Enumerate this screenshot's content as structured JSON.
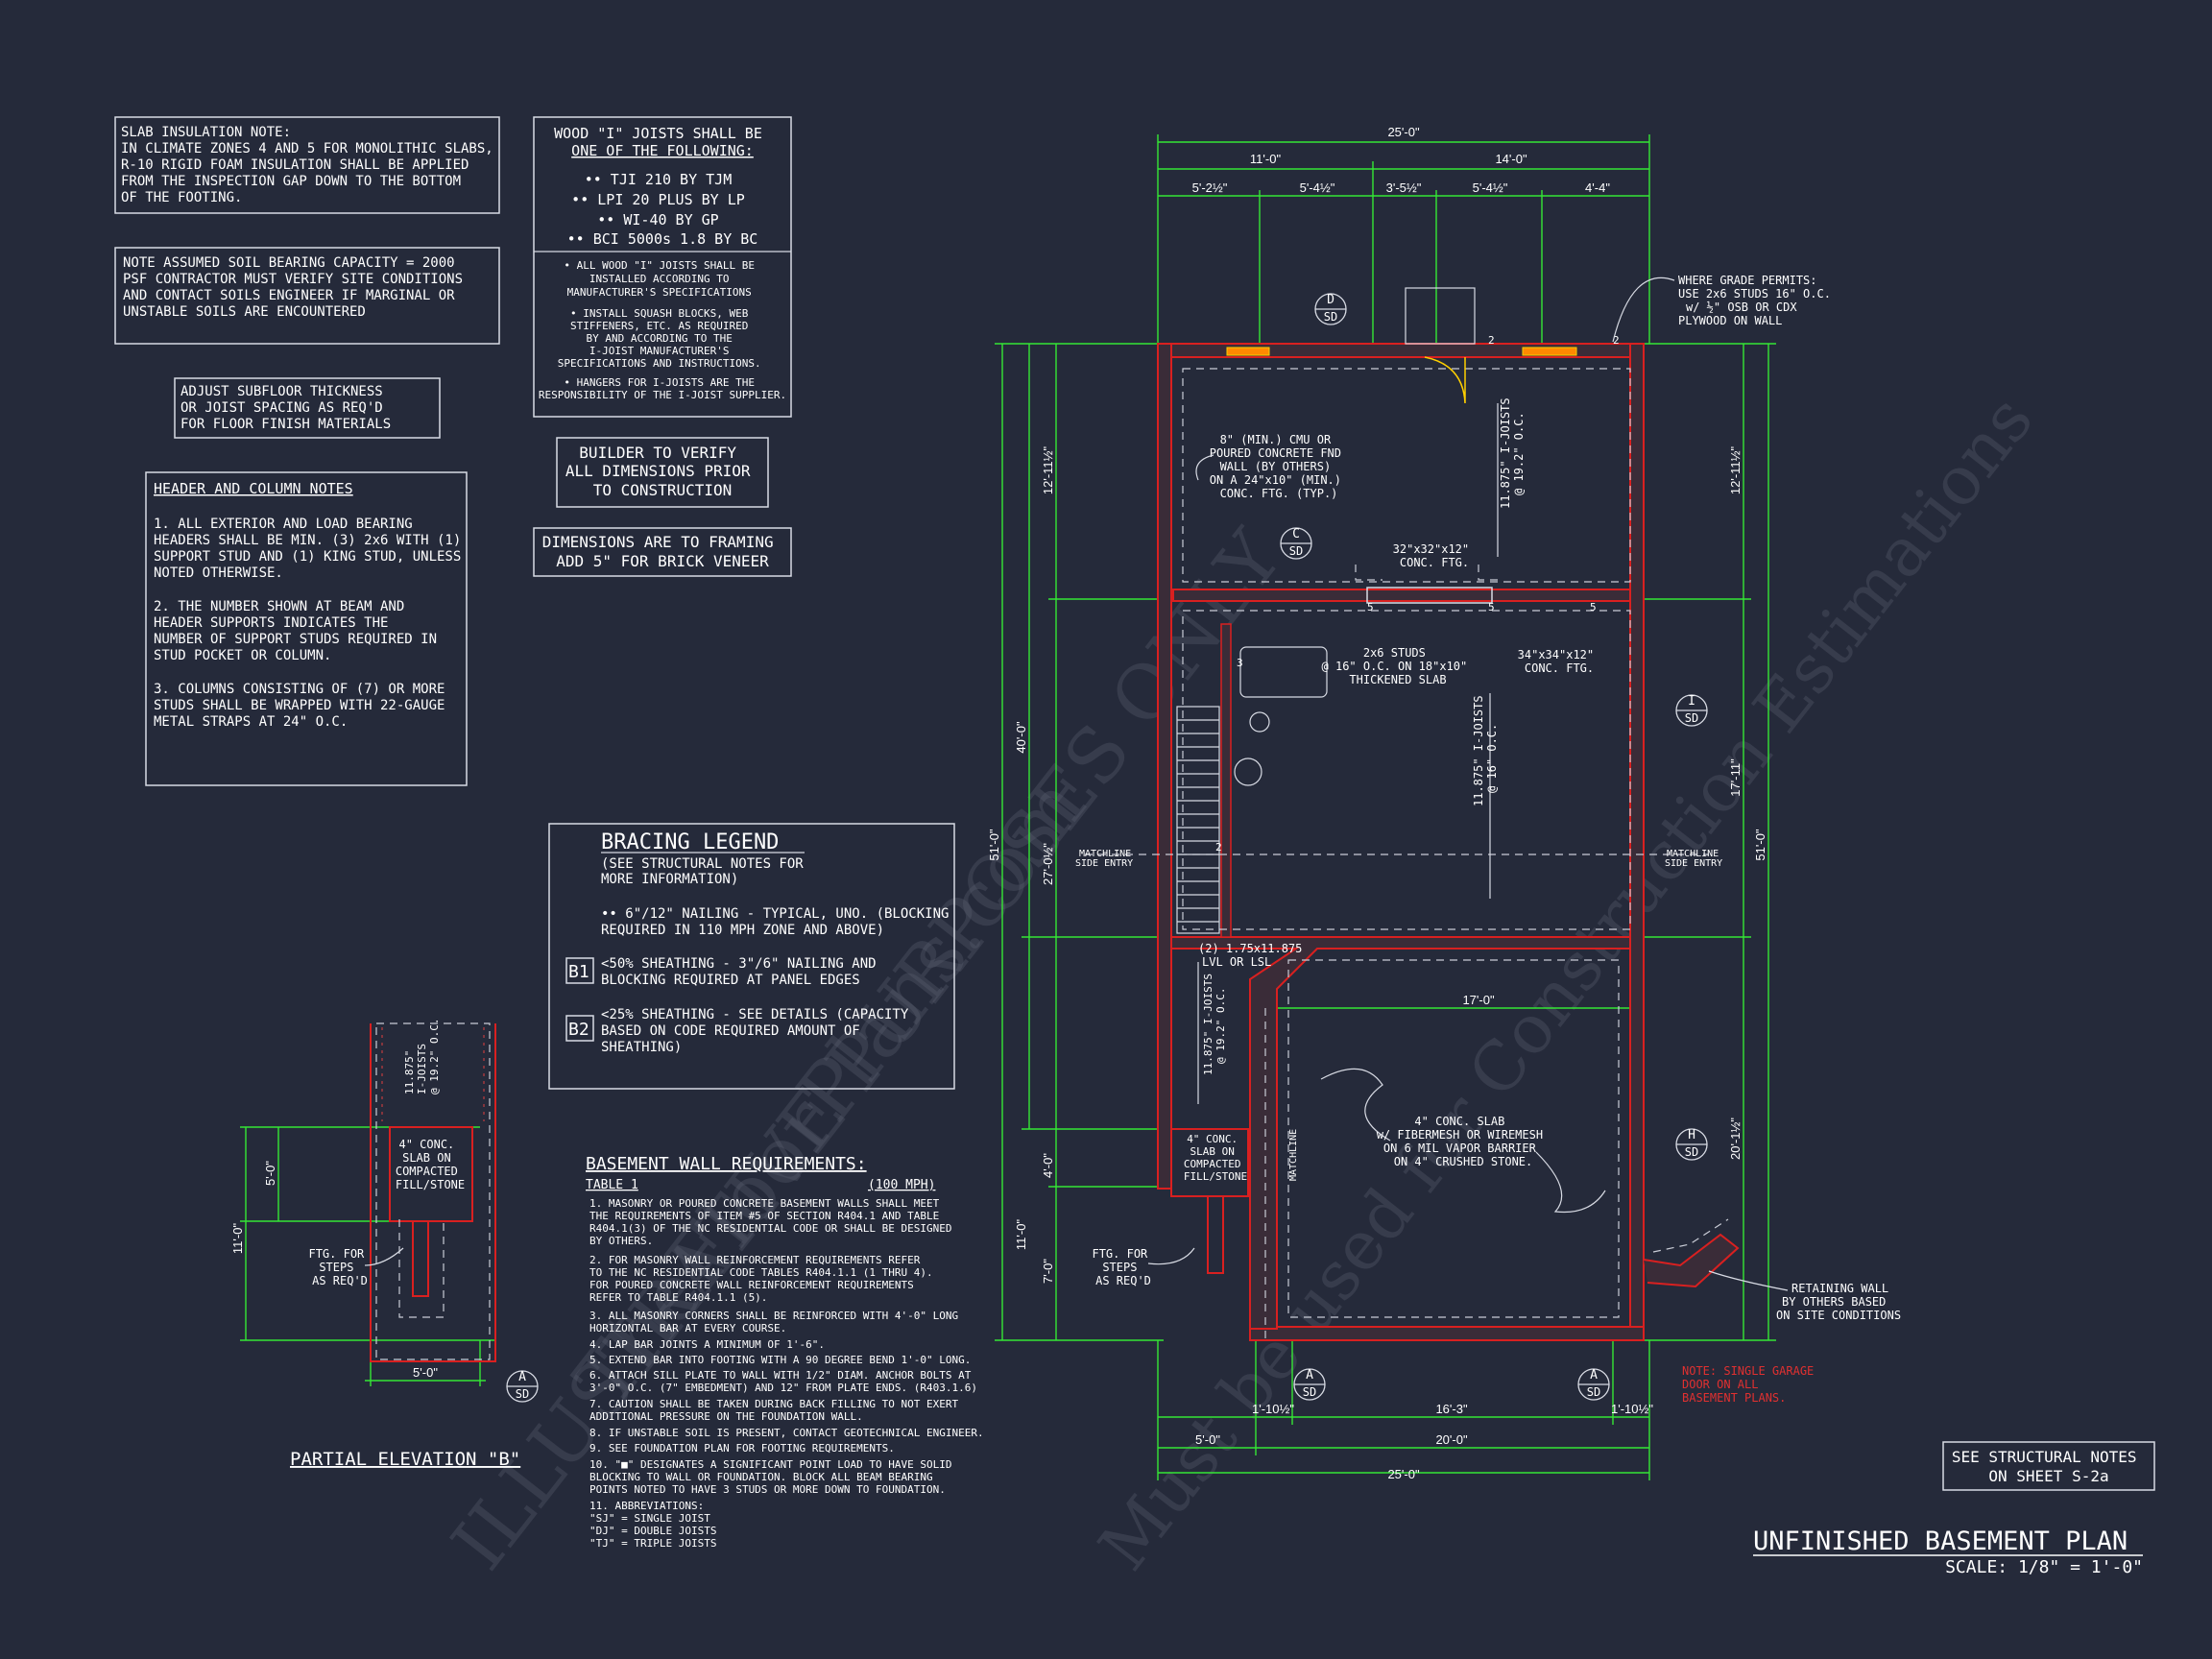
{
  "notes": {
    "slab_insulation": [
      "SLAB INSULATION NOTE:",
      "IN CLIMATE ZONES 4 AND 5 FOR MONOLITHIC SLABS,",
      "R-10 RIGID FOAM INSULATION SHALL BE APPLIED",
      "FROM THE INSPECTION GAP DOWN TO THE BOTTOM",
      "OF THE FOOTING."
    ],
    "soil_bearing": [
      "NOTE ASSUMED SOIL BEARING CAPACITY = 2000",
      "PSF CONTRACTOR MUST VERIFY SITE CONDITIONS",
      "AND CONTACT SOILS ENGINEER IF MARGINAL OR",
      "UNSTABLE SOILS ARE ENCOUNTERED"
    ],
    "subfloor": [
      "ADJUST SUBFLOOR THICKNESS",
      "OR JOIST SPACING AS REQ'D",
      "FOR FLOOR FINISH MATERIALS"
    ],
    "header_column_title": "HEADER AND COLUMN NOTES",
    "header_column": [
      "1. ALL EXTERIOR AND LOAD BEARING",
      "HEADERS SHALL BE MIN. (3) 2x6 WITH (1)",
      "SUPPORT STUD AND (1) KING STUD, UNLESS",
      "NOTED OTHERWISE.",
      "",
      "2. THE NUMBER SHOWN AT BEAM AND",
      "HEADER SUPPORTS INDICATES THE",
      "NUMBER OF SUPPORT STUDS REQUIRED IN",
      "STUD POCKET OR COLUMN.",
      "",
      "3. COLUMNS CONSISTING OF (7) OR MORE",
      "STUDS SHALL BE WRAPPED WITH 22-GAUGE",
      "METAL STRAPS AT 24\" O.C."
    ],
    "joists_title": [
      "WOOD \"I\" JOISTS SHALL BE",
      "ONE OF THE FOLLOWING:"
    ],
    "joists_list": [
      "•• TJI 210 BY TJM",
      "•• LPI 20 PLUS BY LP",
      "•• WI-40 BY GP",
      "•• BCI 5000s 1.8 BY BC"
    ],
    "joists_notes": [
      "• ALL WOOD \"I\" JOISTS SHALL BE",
      "INSTALLED ACCORDING TO",
      "MANUFACTURER'S SPECIFICATIONS",
      "",
      "• INSTALL SQUASH BLOCKS, WEB",
      "STIFFENERS, ETC. AS REQUIRED",
      "BY AND ACCORDING TO THE",
      "I-JOIST MANUFACTURER'S",
      "SPECIFICATIONS AND INSTRUCTIONS.",
      "",
      "• HANGERS FOR I-JOISTS ARE THE",
      "RESPONSIBILITY OF THE I-JOIST SUPPLIER."
    ],
    "builder_verify": [
      "BUILDER TO VERIFY",
      "ALL DIMENSIONS PRIOR",
      "TO CONSTRUCTION"
    ],
    "dims_framing": [
      "DIMENSIONS ARE TO FRAMING",
      "ADD 5\" FOR BRICK VENEER"
    ],
    "bracing_title": "BRACING LEGEND",
    "bracing_sub": [
      "(SEE STRUCTURAL NOTES FOR",
      "MORE INFORMATION)"
    ],
    "bracing_nailing": [
      "•• 6\"/12\" NAILING - TYPICAL, UNO. (BLOCKING",
      "REQUIRED IN 110 MPH ZONE AND ABOVE)"
    ],
    "bracing_b1_tag": "B1",
    "bracing_b1": [
      "<50% SHEATHING - 3\"/6\" NAILING AND",
      "BLOCKING REQUIRED AT PANEL EDGES"
    ],
    "bracing_b2_tag": "B2",
    "bracing_b2": [
      "<25% SHEATHING - SEE DETAILS (CAPACITY",
      "BASED ON CODE REQUIRED AMOUNT OF",
      "SHEATHING)"
    ],
    "basement_title": "BASEMENT WALL REQUIREMENTS:",
    "basement_table": "TABLE 1",
    "basement_mph": "(100 MPH)",
    "basement_items": [
      "1. MASONRY OR POURED CONCRETE BASEMENT WALLS SHALL MEET",
      "THE REQUIREMENTS OF ITEM #5 OF SECTION R404.1 AND TABLE",
      "R404.1(3) OF THE NC RESIDENTIAL CODE OR SHALL BE DESIGNED",
      "BY OTHERS.",
      "2. FOR MASONRY WALL REINFORCEMENT REQUIREMENTS REFER",
      "TO THE NC RESIDENTIAL CODE TABLES R404.1.1 (1 THRU 4).",
      "FOR POURED CONCRETE WALL REINFORCEMENT REQUIREMENTS",
      "REFER TO TABLE R404.1.1 (5).",
      "3. ALL MASONRY CORNERS SHALL BE REINFORCED WITH 4'-0\" LONG",
      "HORIZONTAL BAR AT EVERY COURSE.",
      "4. LAP BAR JOINTS A MINIMUM OF 1'-6\".",
      "5. EXTEND BAR INTO FOOTING WITH A 90 DEGREE BEND 1'-0\" LONG.",
      "6. ATTACH SILL PLATE TO WALL WITH 1/2\" DIAM. ANCHOR BOLTS AT",
      "3'-0\" O.C. (7\" EMBEDMENT) AND 12\" FROM PLATE ENDS. (R403.1.6)",
      "7. CAUTION SHALL BE TAKEN DURING BACK FILLING TO NOT EXERT",
      "ADDITIONAL PRESSURE ON THE FOUNDATION WALL.",
      "8. IF UNSTABLE SOIL IS PRESENT, CONTACT GEOTECHNICAL ENGINEER.",
      "9. SEE FOUNDATION PLAN FOR FOOTING REQUIREMENTS.",
      "10. \"■\" DESIGNATES A SIGNIFICANT POINT LOAD TO HAVE SOLID",
      "BLOCKING TO WALL OR FOUNDATION. BLOCK ALL BEAM BEARING",
      "POINTS NOTED TO HAVE 3 STUDS OR MORE DOWN TO FOUNDATION.",
      "11. ABBREVIATIONS:",
      "\"SJ\" = SINGLE JOIST",
      "\"DJ\" = DOUBLE JOISTS",
      "\"TJ\" = TRIPLE JOISTS"
    ],
    "structural_notes": [
      "SEE STRUCTURAL NOTES",
      "ON SHEET S-2a"
    ]
  },
  "elevation": {
    "title": "PARTIAL ELEVATION \"B\"",
    "joist_label": [
      "11.875\"",
      "I-JOISTS",
      "@ 19.2\" O.C."
    ],
    "slab_label": [
      "4\" CONC.",
      "SLAB ON",
      "COMPACTED",
      "FILL/STONE"
    ],
    "ftg_label": [
      "FTG. FOR",
      "STEPS",
      "AS REQ'D"
    ],
    "dim_height_total": "11'-0\"",
    "dim_height_upper": "5'-0\"",
    "dim_width": "5'-0\"",
    "section_letter": "A",
    "section_sheet": "SD"
  },
  "plan": {
    "title": "UNFINISHED BASEMENT PLAN",
    "scale": "SCALE: 1/8\" = 1'-0\"",
    "dims_top": {
      "overall": "25'-0\"",
      "left": "11'-0\"",
      "right": "14'-0\"",
      "segments": [
        "5'-2½\"",
        "5'-4½\"",
        "3'-5½\"",
        "5'-4½\"",
        "4'-4\""
      ]
    },
    "dims_left": {
      "overall": "51'-0\"",
      "a": "12'-11½\"",
      "b": "27'-0½\"",
      "c": "40'-0\"",
      "d": "4'-0\"",
      "e": "7'-0\"",
      "f": "11'-0\""
    },
    "dims_right": {
      "overall": "51'-0\"",
      "a": "12'-11½\"",
      "b": "17'-11\"",
      "c": "20'-1½\""
    },
    "dims_bottom": {
      "overall": "25'-0\"",
      "left": "5'-0\"",
      "mid": "20'-0\"",
      "a": "1'-10½\"",
      "b": "16'-3\"",
      "c": "1'-10½\""
    },
    "dim_garage": "17'-0\"",
    "labels": {
      "cmu": [
        "8\" (MIN.) CMU OR",
        "POURED CONCRETE FND",
        "WALL (BY OTHERS)",
        "ON A 24\"x10\" (MIN.)",
        "CONC. FTG. (TYP.)"
      ],
      "ftg32": [
        "32\"x32\"x12\"",
        "CONC. FTG."
      ],
      "ftg34": [
        "34\"x34\"x12\"",
        "CONC. FTG."
      ],
      "studs": [
        "2x6 STUDS",
        "@ 16\" O.C. ON 18\"x10\"",
        "THICKENED SLAB"
      ],
      "joist_top": [
        "11.875\" I-JOISTS",
        "@ 19.2\" O.C."
      ],
      "joist_mid": [
        "11.875\" I-JOISTS",
        "@ 16\" O.C."
      ],
      "joist_stair": [
        "11.875\" I-JOISTS",
        "@ 19.2\" O.C."
      ],
      "lvl": [
        "(2) 1.75x11.875",
        "LVL OR LSL"
      ],
      "grade": [
        "WHERE GRADE PERMITS:",
        "USE 2x6 STUDS 16\" O.C.",
        "w/ ½\" OSB OR CDX",
        "PLYWOOD ON WALL"
      ],
      "slab": [
        "4\" CONC. SLAB",
        "w/ FIBERMESH OR WIREMESH",
        "ON 6 MIL VAPOR BARRIER",
        "ON 4\" CRUSHED STONE."
      ],
      "slab_small": [
        "4\" CONC.",
        "SLAB ON",
        "COMPACTED",
        "FILL/STONE"
      ],
      "ftg_steps": [
        "FTG. FOR",
        "STEPS",
        "AS REQ'D"
      ],
      "retaining": [
        "RETAINING WALL",
        "BY OTHERS BASED",
        "ON SITE CONDITIONS"
      ],
      "matchline_left": [
        "MATCHLINE",
        "SIDE ENTRY"
      ],
      "matchline_right": [
        "MATCHLINE",
        "SIDE ENTRY"
      ],
      "matchline_v": "MATCHLINE",
      "garage_note": [
        "NOTE: SINGLE GARAGE",
        "DOOR ON ALL",
        "BASEMENT PLANS."
      ],
      "stud_counts": [
        "5",
        "5",
        "5",
        "3",
        "2",
        "2",
        "2"
      ]
    },
    "sections": [
      {
        "letter": "D",
        "sheet": "SD"
      },
      {
        "letter": "C",
        "sheet": "SD"
      },
      {
        "letter": "I",
        "sheet": "SD"
      },
      {
        "letter": "H",
        "sheet": "SD"
      },
      {
        "letter": "A",
        "sheet": "SD"
      },
      {
        "letter": "A",
        "sheet": "SD"
      }
    ]
  },
  "watermark": [
    "ILLUSTRATIVE PURPOSES ONLY",
    "TheFloorPlans.com",
    "Must be used for Construction Estimations"
  ],
  "colors": {
    "background": "#252a3a",
    "dimension": "#35e635",
    "wall": "#d92020",
    "text": "#ffffff",
    "note_red": "#e03030"
  }
}
